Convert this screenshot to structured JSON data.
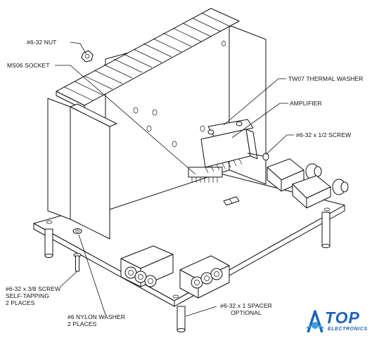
{
  "callouts": {
    "nut": "#6-32 NUT",
    "socket": "MS06 SOCKET",
    "washer": "TW07 THERMAL WASHER",
    "amplifier": "AMPLIFIER",
    "screw_half": "#6-32 x 1/2 SCREW",
    "screw_38_line1": "#6-32 x 3/8 SCREW",
    "screw_38_line2": "SELF-TAPPING",
    "screw_38_line3": "2 PLACES",
    "nylon_line1": "#6 NYLON WASHER",
    "nylon_line2": "2 PLACES",
    "spacer_line1": "#6-32 x 1 SPACER",
    "spacer_line2": "OPTIONAL"
  },
  "logo": {
    "word": "TOP",
    "sub": "ELECTRONICS",
    "color": "#1d64b6"
  }
}
